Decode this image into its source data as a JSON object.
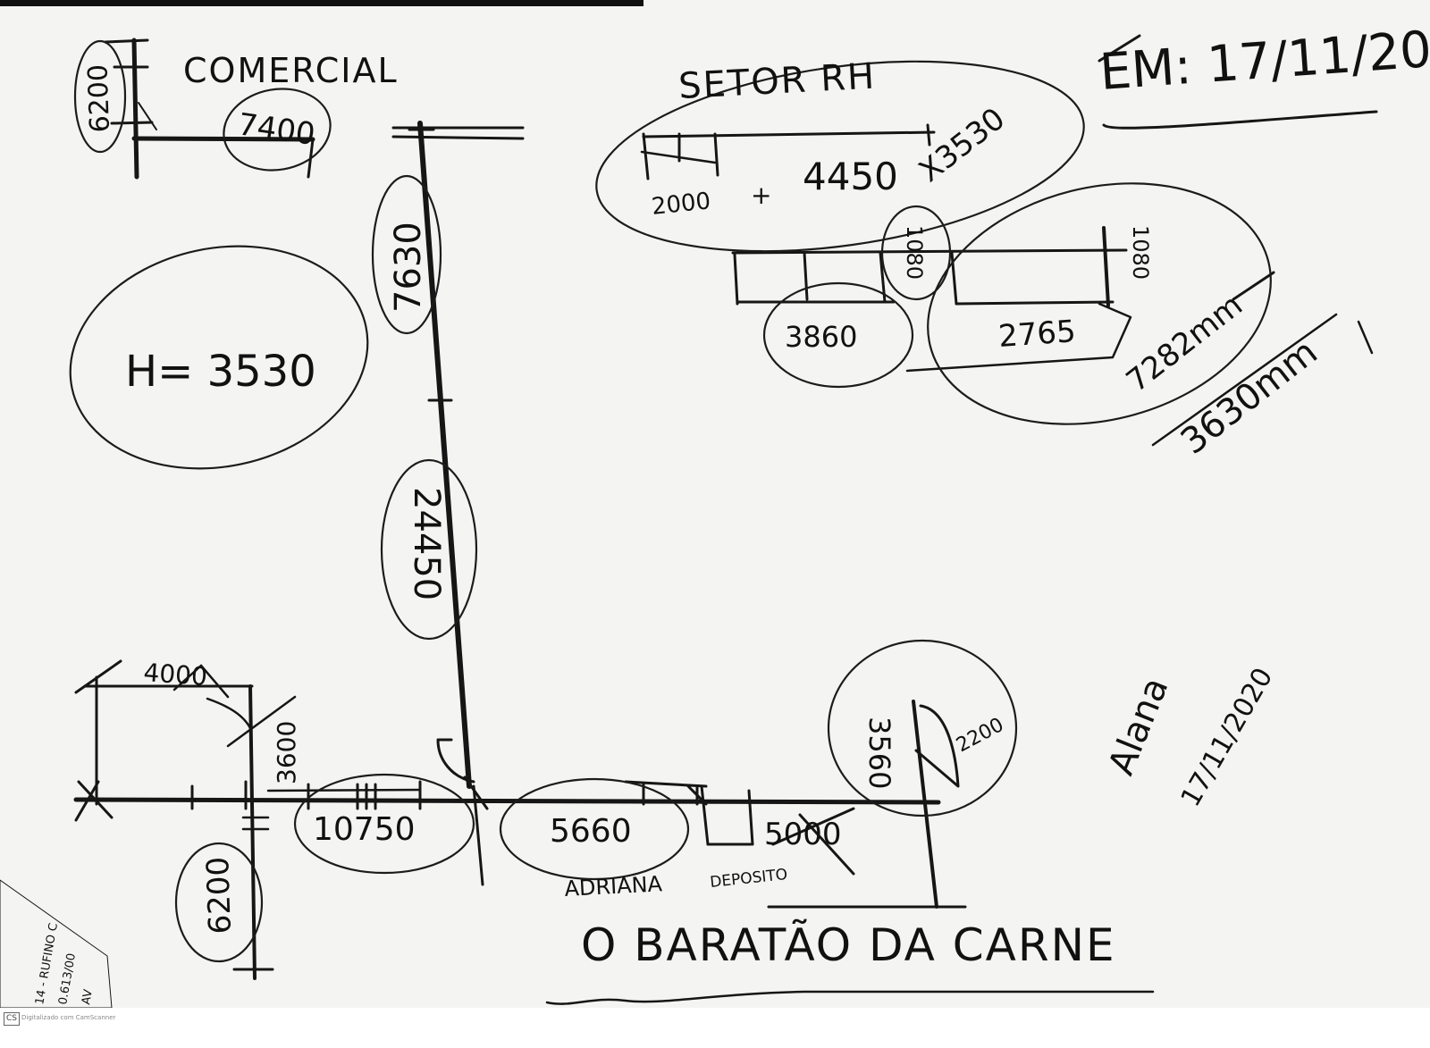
{
  "header": {
    "date_label": "EM: 17/11/20"
  },
  "footer": {
    "title": "O BARATÃO DA CARNE",
    "scanner_badge": "CS",
    "scanner_caption": "Digitalizado com CamScanner"
  },
  "areas": {
    "comercial": "COMERCIAL",
    "setor_rh": "SETOR RH",
    "adriana": "ADRIANA",
    "deposito": "DEPOSITO"
  },
  "measurements": {
    "m_6200_top": "6200",
    "m_7400": "7400",
    "m_7630": "7630",
    "m_h3530": "H= 3530",
    "m_24450": "24450",
    "m_4000": "4000",
    "m_3600": "3600",
    "m_10750": "10750",
    "m_6200_bottom": "6200",
    "m_5660": "5660",
    "m_5000": "5000",
    "m_3560": "3560",
    "m_2200": "2200",
    "m_2000": "2000",
    "m_plus": "+",
    "m_4450": "4450",
    "m_x3530": "X3530",
    "m_1080_a": "1080",
    "m_1080_b": "1080",
    "m_3860": "3860",
    "m_2765": "2765",
    "m_7282": "7282mm",
    "m_3630": "3630mm"
  },
  "signature": {
    "name": "Alana",
    "date": "17/11/2020"
  },
  "edge_label": {
    "line1": "14 - RUFINO C",
    "line2": "0.613/00",
    "line3": "AV"
  }
}
